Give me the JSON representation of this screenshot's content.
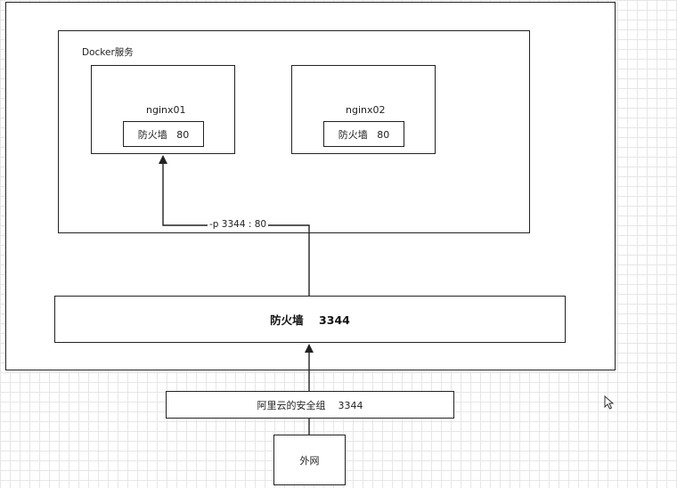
{
  "diagram": {
    "docker_service_label": "Docker服务",
    "containers": [
      {
        "name": "nginx01",
        "firewall": "防火墙   80"
      },
      {
        "name": "nginx02",
        "firewall": "防火墙   80"
      }
    ],
    "port_mapping_label": "-p 3344 : 80",
    "host_firewall": "防火墙    3344",
    "aliyun_security_group": "阿里云的安全组    3344",
    "external_network": "外网"
  }
}
